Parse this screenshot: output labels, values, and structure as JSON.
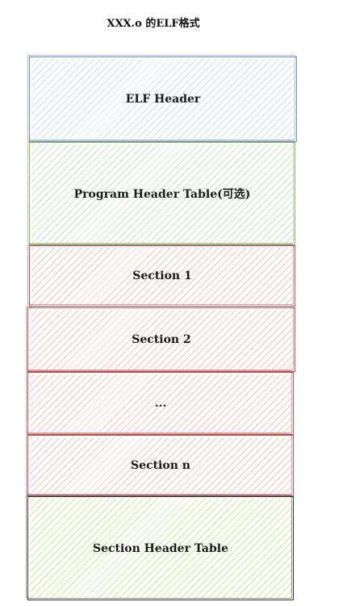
{
  "title": "XXX.o 的ELF格式",
  "colors": {
    "blue": "#6c8ebf",
    "green": "#82b366",
    "red": "#b85450",
    "black": "#333333",
    "blue_fill": "#dae8fc",
    "green_fill": "#d5e8d4",
    "red_fill": "#f8cecc",
    "lime_fill": "#cdeb8b"
  },
  "blocks": [
    {
      "id": "elf-header",
      "label": "ELF Header"
    },
    {
      "id": "program-header-table",
      "label": "Program Header Table(可选)"
    },
    {
      "id": "section-1",
      "label": "Section 1"
    },
    {
      "id": "section-2",
      "label": "Section 2"
    },
    {
      "id": "ellipsis",
      "label": "..."
    },
    {
      "id": "section-n",
      "label": "Section n"
    },
    {
      "id": "section-header-table",
      "label": "Section Header Table"
    }
  ]
}
